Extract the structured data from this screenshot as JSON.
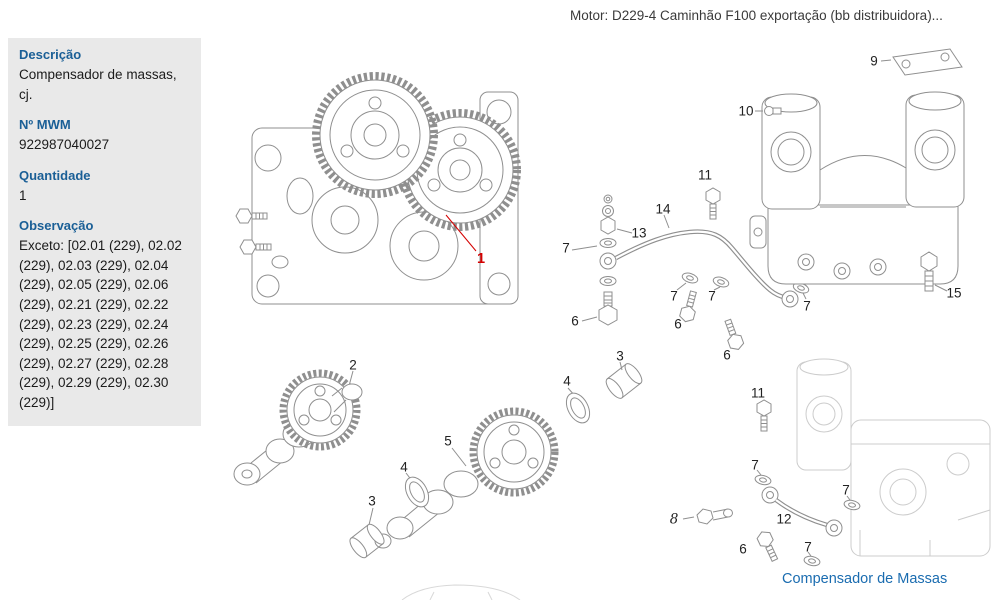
{
  "page": {
    "header_title": "Motor: D229-4 Caminhão F100 exportação (bb distribuidora)...",
    "caption": "Compensador de Massas"
  },
  "sidebar": {
    "fields": [
      {
        "label": "Descrição",
        "value": "Compensador de massas, cj."
      },
      {
        "label": "Nº MWM",
        "value": "922987040027"
      },
      {
        "label": "Quantidade",
        "value": "1"
      },
      {
        "label": "Observação",
        "value": "Exceto: [02.01 (229), 02.02 (229), 02.03 (229), 02.04 (229), 02.05 (229), 02.06 (229), 02.21 (229), 02.22 (229), 02.23 (229), 02.24 (229), 02.25 (229), 02.26 (229), 02.27 (229), 02.28 (229), 02.29 (229), 02.30 (229)]"
      }
    ]
  },
  "diagram": {
    "callouts": [
      {
        "text": "1",
        "highlighted": true
      },
      {
        "text": "2"
      },
      {
        "text": "5"
      },
      {
        "text": "4"
      },
      {
        "text": "3"
      },
      {
        "text": "4"
      },
      {
        "text": "3"
      },
      {
        "text": "7"
      },
      {
        "text": "13"
      },
      {
        "text": "14"
      },
      {
        "text": "6"
      },
      {
        "text": "11"
      },
      {
        "text": "7"
      },
      {
        "text": "6"
      },
      {
        "text": "7"
      },
      {
        "text": "6"
      },
      {
        "text": "7"
      },
      {
        "text": "9"
      },
      {
        "text": "10"
      },
      {
        "text": "15"
      },
      {
        "text": "11"
      },
      {
        "text": "7"
      },
      {
        "text": "8"
      },
      {
        "text": "12"
      },
      {
        "text": "6"
      },
      {
        "text": "7"
      },
      {
        "text": "7"
      }
    ]
  },
  "colors": {
    "label_blue": "#1a5f96",
    "link_blue": "#1a6cb0",
    "highlight_red": "#d40000",
    "line_gray": "#8f8f8f",
    "ghost_gray": "#cccccc",
    "sidebar_bg": "#e9e9e9"
  }
}
